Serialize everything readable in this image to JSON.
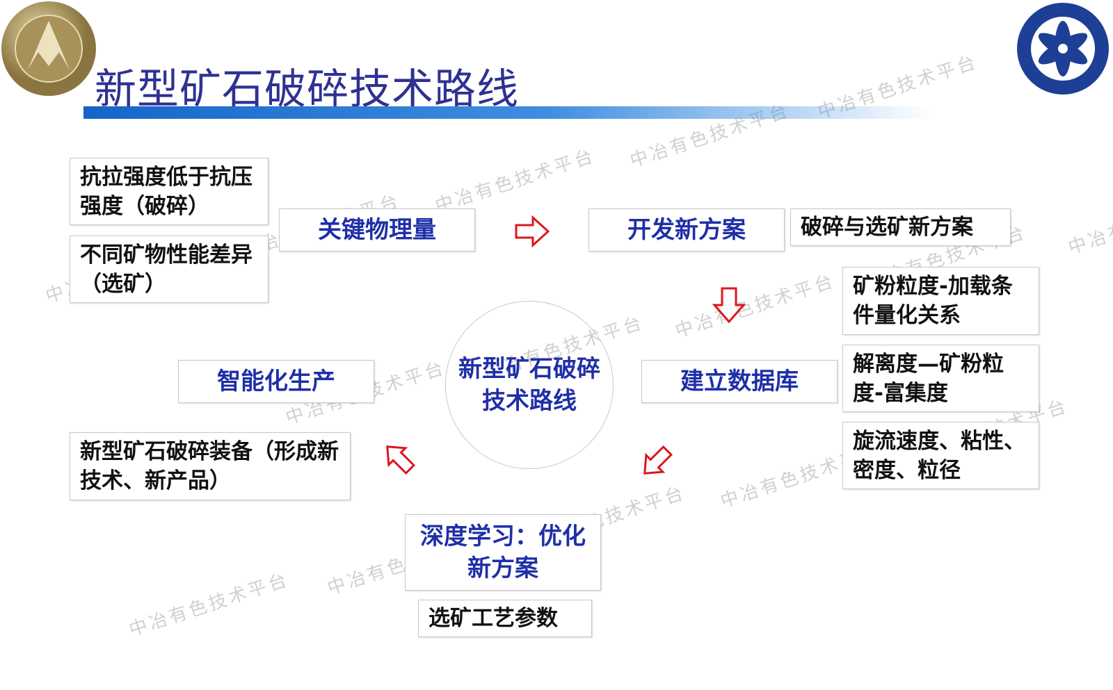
{
  "title": "新型矿石破碎技术路线",
  "logos": {
    "left": "Institute of Mechanics CAS",
    "right": "CHINESE ACADEMY OF SCIENCES"
  },
  "watermark": "中冶有色技术平台",
  "center": "新型矿石破碎技术路线",
  "nodes": {
    "key_quantities": "关键物理量",
    "develop_scheme": "开发新方案",
    "build_database": "建立数据库",
    "deep_learning": "深度学习：优化新方案",
    "smart_production": "智能化生产"
  },
  "notes": {
    "tensile": "抗拉强度低于抗压强度（破碎）",
    "mineral_diff": "不同矿物性能差异（选矿）",
    "new_scheme": "破碎与选矿新方案",
    "granularity": "矿粉粒度-加载条件量化关系",
    "liberation": "解离度—矿粉粒度-富集度",
    "cyclone": "旋流速度、粘性、密度、粒径",
    "process_params": "选矿工艺参数",
    "equipment": "新型矿石破碎装备（形成新技术、新产品）"
  },
  "colors": {
    "title": "#2e3192",
    "node_text": "#1f2fa8",
    "arrow": "#e0141e"
  }
}
